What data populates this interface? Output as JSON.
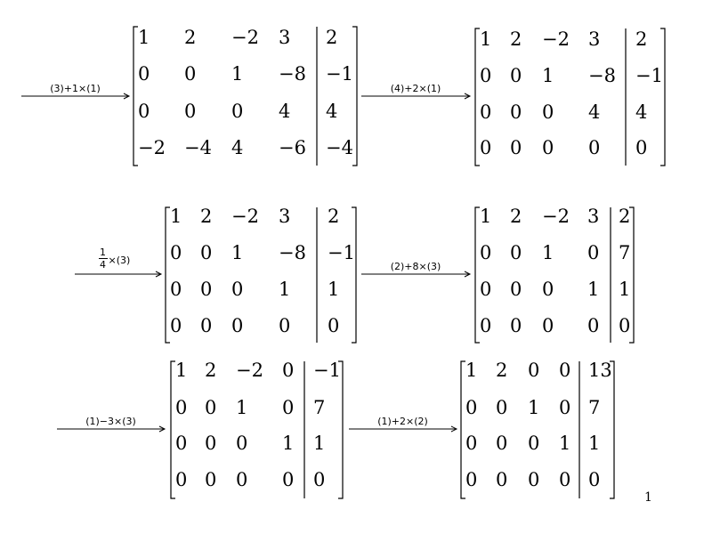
{
  "steps": [
    {
      "op": "(3)+1×(1)",
      "matrix": [
        [
          "1",
          "2",
          "−2",
          "3",
          "2"
        ],
        [
          "0",
          "0",
          "1",
          "−8",
          "−1"
        ],
        [
          "0",
          "0",
          "0",
          "4",
          "4"
        ],
        [
          "−2",
          "−4",
          "4",
          "−6",
          "−4"
        ]
      ]
    },
    {
      "op": "(4)+2×(1)",
      "matrix": [
        [
          "1",
          "2",
          "−2",
          "3",
          "2"
        ],
        [
          "0",
          "0",
          "1",
          "−8",
          "−1"
        ],
        [
          "0",
          "0",
          "0",
          "4",
          "4"
        ],
        [
          "0",
          "0",
          "0",
          "0",
          "0"
        ]
      ]
    },
    {
      "op_num": "1",
      "op_den": "4",
      "op_rest": "×(3)",
      "matrix": [
        [
          "1",
          "2",
          "−2",
          "3",
          "2"
        ],
        [
          "0",
          "0",
          "1",
          "−8",
          "−1"
        ],
        [
          "0",
          "0",
          "0",
          "1",
          "1"
        ],
        [
          "0",
          "0",
          "0",
          "0",
          "0"
        ]
      ]
    },
    {
      "op": "(2)+8×(3)",
      "matrix": [
        [
          "1",
          "2",
          "−2",
          "3",
          "2"
        ],
        [
          "0",
          "0",
          "1",
          "0",
          "7"
        ],
        [
          "0",
          "0",
          "0",
          "1",
          "1"
        ],
        [
          "0",
          "0",
          "0",
          "0",
          "0"
        ]
      ]
    },
    {
      "op": "(1)−3×(3)",
      "matrix": [
        [
          "1",
          "2",
          "−2",
          "0",
          "−1"
        ],
        [
          "0",
          "0",
          "1",
          "0",
          "7"
        ],
        [
          "0",
          "0",
          "0",
          "1",
          "1"
        ],
        [
          "0",
          "0",
          "0",
          "0",
          "0"
        ]
      ]
    },
    {
      "op": "(1)+2×(2)",
      "matrix": [
        [
          "1",
          "2",
          "0",
          "0",
          "13"
        ],
        [
          "0",
          "0",
          "1",
          "0",
          "7"
        ],
        [
          "0",
          "0",
          "0",
          "1",
          "1"
        ],
        [
          "0",
          "0",
          "0",
          "0",
          "0"
        ]
      ]
    }
  ],
  "page_number": "1"
}
